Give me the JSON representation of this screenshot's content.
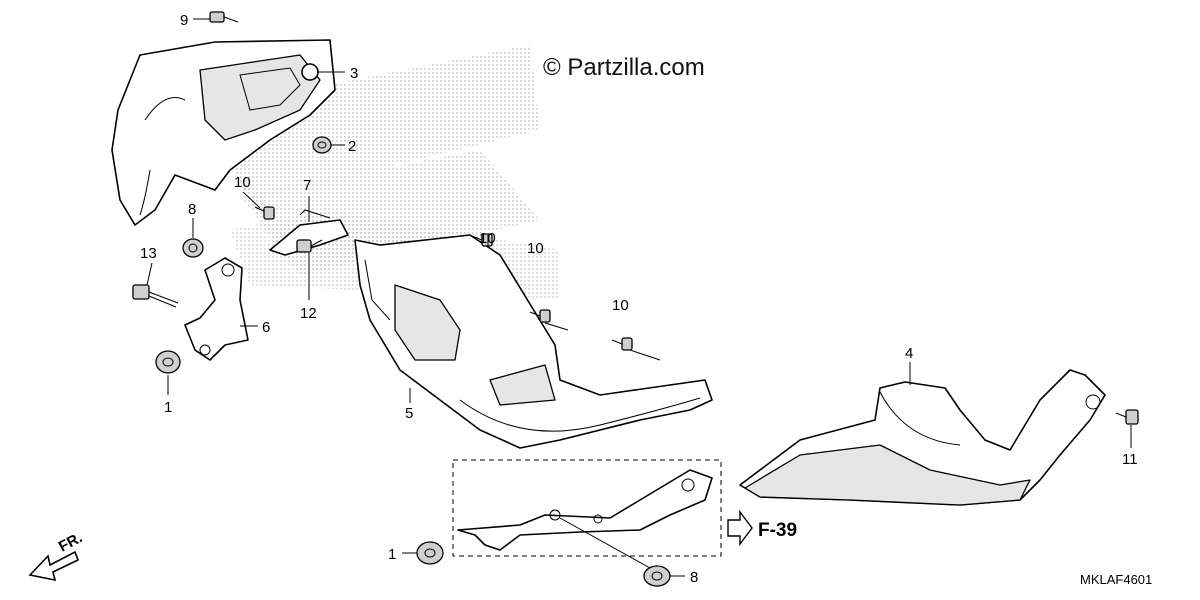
{
  "watermark": "© Partzilla.com",
  "diagram_code": "MKLAF4601",
  "reference": "F-39",
  "direction": "FR.",
  "callouts": {
    "c1a": "1",
    "c1b": "1",
    "c2": "2",
    "c3": "3",
    "c4": "4",
    "c5": "5",
    "c6": "6",
    "c7": "7",
    "c8a": "8",
    "c8b": "8",
    "c9": "9",
    "c10a": "10",
    "c10b": "10",
    "c10c": "10",
    "c10d": "10",
    "c11": "11",
    "c12": "12",
    "c13": "13"
  },
  "colors": {
    "line": "#000000",
    "shading": "#e6e6e6",
    "background": "#ffffff"
  }
}
